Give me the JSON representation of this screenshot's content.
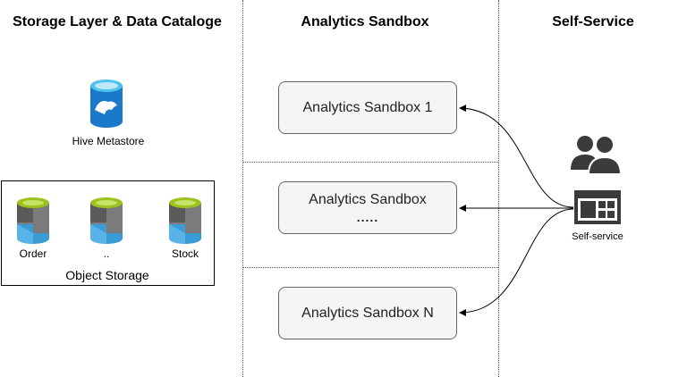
{
  "columns": {
    "storage": "Storage Layer & Data Cataloge",
    "sandbox": "Analytics Sandbox",
    "selfservice": "Self-Service"
  },
  "storage": {
    "hive_label": "Hive Metastore",
    "buckets": [
      {
        "label": "Order"
      },
      {
        "label": ".."
      },
      {
        "label": "Stock"
      }
    ],
    "object_storage_label": "Object Storage"
  },
  "sandboxes": [
    {
      "title": "Analytics Sandbox 1",
      "sub": ""
    },
    {
      "title": "Analytics Sandbox",
      "sub": "....."
    },
    {
      "title": "Analytics Sandbox N",
      "sub": ""
    }
  ],
  "selfservice": {
    "label": "Self-service",
    "users_icon": "users-icon",
    "dashboard_icon": "dashboard-icon"
  },
  "colors": {
    "bucket_blue": "#3a9bd5",
    "bucket_green": "#9dc21e",
    "icon_dark": "#3b3b3b"
  }
}
